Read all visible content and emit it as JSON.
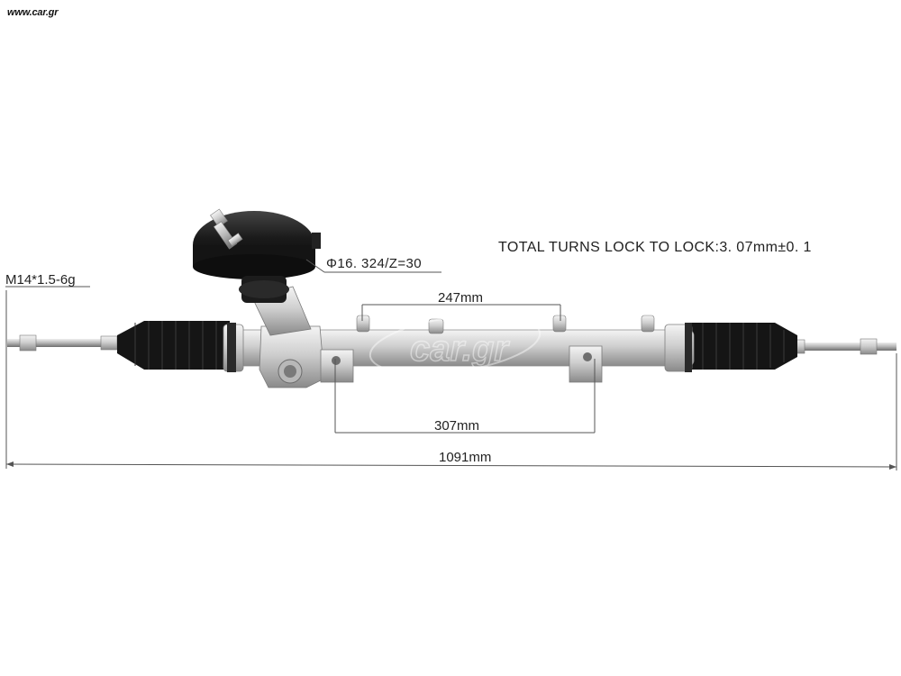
{
  "watermark": {
    "site": "www.car.gr",
    "center_logo": "car.gr"
  },
  "labels": {
    "spec_note": "TOTAL TURNS LOCK TO LOCK:3. 07mm±0. 1",
    "pinion_note": "Φ16. 324/Z=30",
    "thread_note": "M14*1.5-6g"
  },
  "dimensions": {
    "mount_inner": "247mm",
    "mount_outer": "307mm",
    "overall": "1091mm"
  },
  "colors": {
    "boot": "#151515",
    "housing": "#c8c8c8",
    "motor_cover": "#1a1a1a",
    "dimension_line": "#555555"
  },
  "icons": {
    "product": "steering-rack-icon"
  }
}
